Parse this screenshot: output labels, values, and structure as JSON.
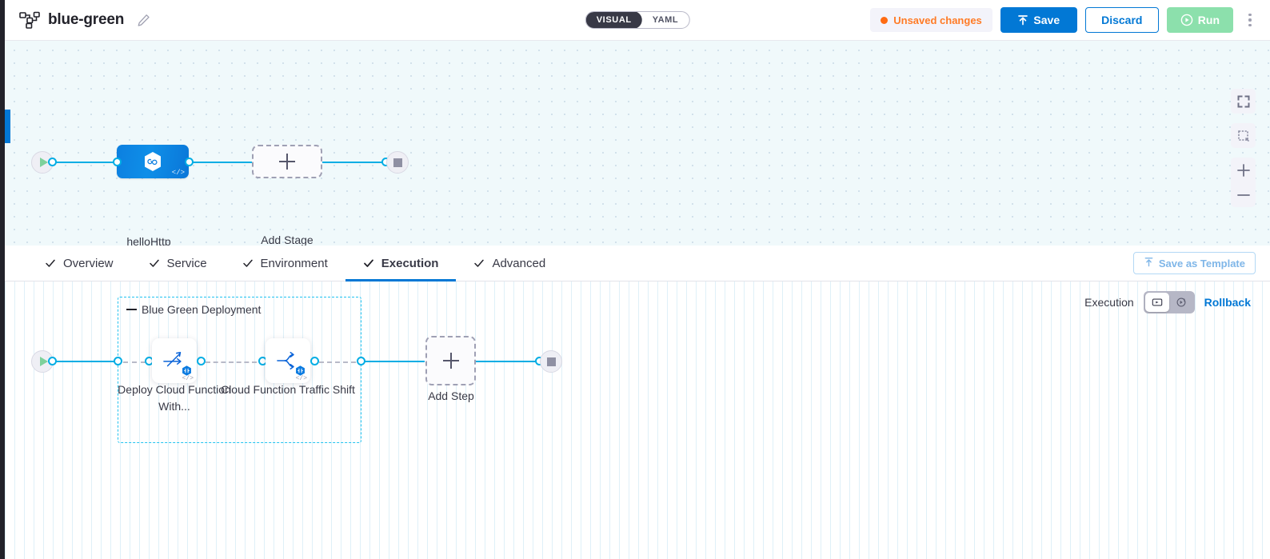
{
  "header": {
    "pipeline_icon": "pipeline-nodes-icon",
    "title": "blue-green",
    "edit_icon": "pencil-icon",
    "mode_toggle": {
      "options": [
        "VISUAL",
        "YAML"
      ],
      "selected": "VISUAL"
    },
    "unsaved_label": "Unsaved changes",
    "unsaved_color": "#ff7b26",
    "save_label": "Save",
    "discard_label": "Discard",
    "run_label": "Run",
    "menu_icon": "kebab-menu-icon"
  },
  "stage_canvas": {
    "controls": [
      "fullscreen-icon",
      "fit-to-screen-icon",
      "zoom-in-icon",
      "zoom-out-icon"
    ],
    "start_node": "start-node",
    "end_node": "end-node",
    "stage": {
      "label": "helloHttp",
      "icon": "harness-hexagon-icon"
    },
    "add_stage": {
      "label": "Add Stage",
      "icon": "plus-icon"
    }
  },
  "tabs": [
    {
      "label": "Overview",
      "checked": true,
      "active": false
    },
    {
      "label": "Service",
      "checked": true,
      "active": false
    },
    {
      "label": "Environment",
      "checked": true,
      "active": false
    },
    {
      "label": "Execution",
      "checked": true,
      "active": true
    },
    {
      "label": "Advanced",
      "checked": true,
      "active": false
    }
  ],
  "save_as_template": {
    "label": "Save as Template",
    "icon": "template-upload-icon"
  },
  "step_canvas": {
    "execution_label": "Execution",
    "exec_toggle": {
      "options": [
        "execution-view-icon",
        "rollback-view-icon"
      ],
      "selected_index": 0
    },
    "rollback_label": "Rollback",
    "group": {
      "title": "Blue Green Deployment",
      "collapse_icon": "collapse-dash-icon",
      "steps": [
        {
          "label": "Deploy Cloud Function With...",
          "icon": "deploy-cloud-function-icon",
          "badge": "step-badge-icon"
        },
        {
          "label": "Cloud Function Traffic Shift",
          "icon": "traffic-shift-icon",
          "badge": "step-badge-icon"
        }
      ]
    },
    "add_step": {
      "label": "Add Step",
      "icon": "plus-icon"
    },
    "start_node": "start-node",
    "end_node": "end-node"
  },
  "colors": {
    "accent_blue": "#0278d5",
    "link_cyan": "#00ade4",
    "group_border": "#22c3f0",
    "warn_orange": "#ff7b26",
    "run_green": "#8ce0ac"
  }
}
